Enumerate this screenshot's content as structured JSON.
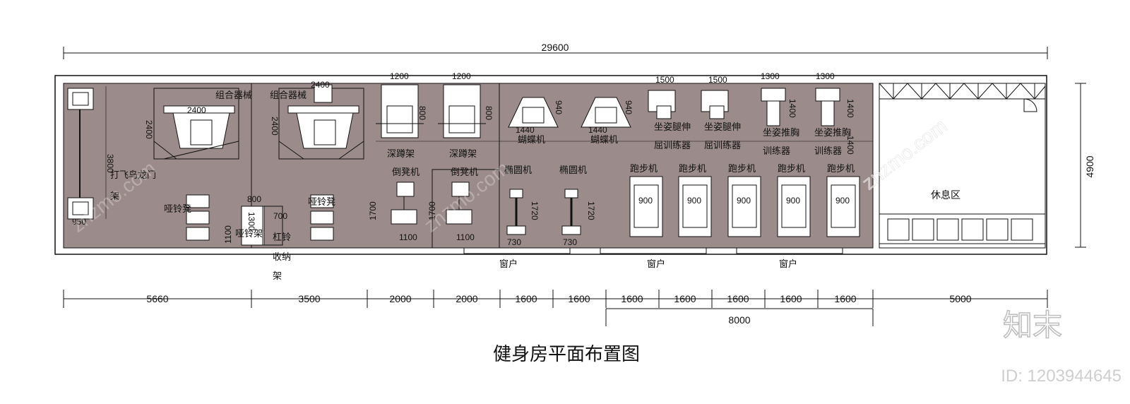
{
  "title": "健身房平面布置图",
  "overall": {
    "width": "29600",
    "height": "4900"
  },
  "bottom_dims": [
    "5660",
    "3500",
    "2000",
    "2000",
    "1600",
    "1600",
    "1600",
    "1600",
    "1600",
    "1600",
    "1600",
    "5000"
  ],
  "sub_dim": "8000",
  "equipment": {
    "combo": "组合器械",
    "squat": "深蹲架",
    "butterfly": "蝴蝶机",
    "leg_ext_1": "坐姿腿伸",
    "leg_ext_2": "屈训练器",
    "chest_1": "坐姿推胸",
    "chest_2": "训练器",
    "flying_1": "打飞鸟龙门",
    "flying_2": "架",
    "dumbbell_bench": "哑铃凳",
    "dumbbell_rack": "哑铃架",
    "barbell_1": "杠铃",
    "barbell_2": "收纳",
    "barbell_3": "架",
    "incline": "倒凳机",
    "elliptical": "椭圆机",
    "treadmill": "跑步机",
    "window": "窗户",
    "rest": "休息区"
  },
  "small_dims": {
    "d1200": "1200",
    "d2400": "2400",
    "d800": "800",
    "d940": "940",
    "d1440": "1440",
    "d1500": "1500",
    "d1300": "1300",
    "d1400": "1400",
    "d3800": "3800",
    "d950": "950",
    "d1100": "1100",
    "d700": "700",
    "d1700": "1700",
    "d1720": "1720",
    "d730": "730",
    "d900": "900"
  },
  "watermark": {
    "brand": "知末",
    "id": "ID: 1203944645",
    "site": "znzmo.com"
  },
  "colors": {
    "floor": "#9c8b8b",
    "wall": "#ffffff",
    "line": "#111111"
  }
}
